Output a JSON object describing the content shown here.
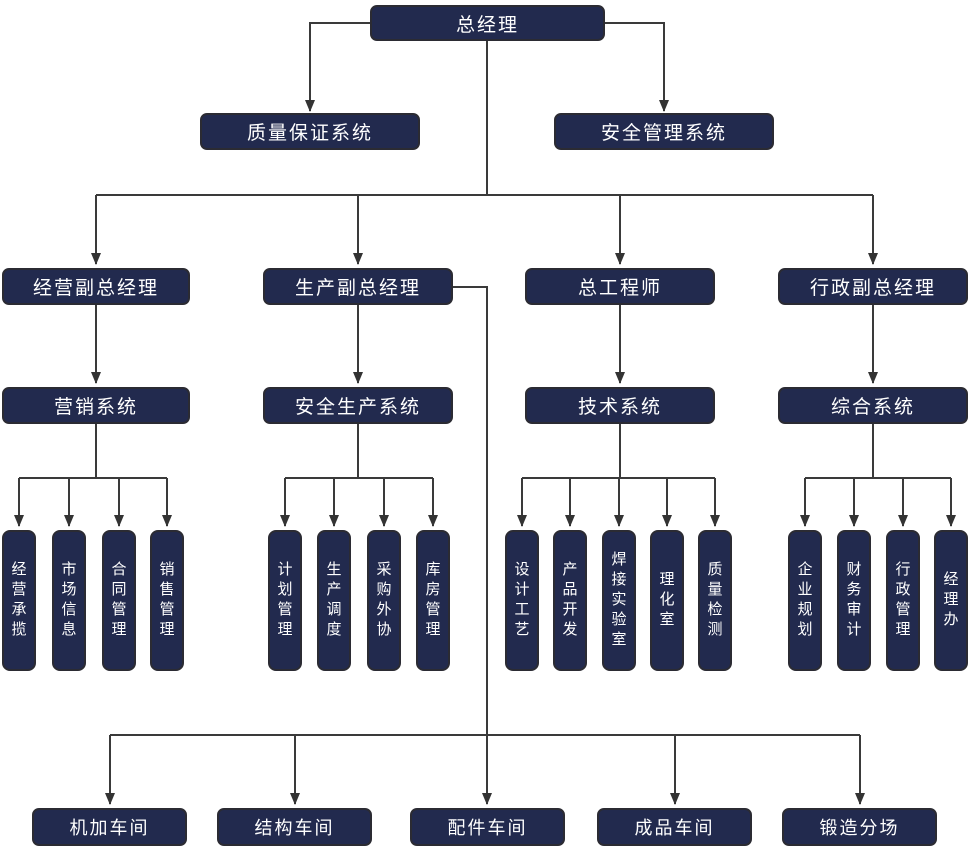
{
  "palette": {
    "node_fill": "#222A4E",
    "node_border": "#2B2B33",
    "node_text": "#FFFFFF",
    "connector_line": "#3A3A3A",
    "arrowhead": "#333333",
    "background": "#FFFFFF"
  },
  "org_chart": {
    "root": {
      "label": "总经理"
    },
    "staff_systems": [
      {
        "label": "质量保证系统"
      },
      {
        "label": "安全管理系统"
      }
    ],
    "branches": [
      {
        "executive": {
          "label": "经营副总经理"
        },
        "system": {
          "label": "营销系统"
        },
        "departments": [
          {
            "label": "经营承揽"
          },
          {
            "label": "市场信息"
          },
          {
            "label": "合同管理"
          },
          {
            "label": "销售管理"
          }
        ]
      },
      {
        "executive": {
          "label": "生产副总经理"
        },
        "system": {
          "label": "安全生产系统"
        },
        "departments": [
          {
            "label": "计划管理"
          },
          {
            "label": "生产调度"
          },
          {
            "label": "采购外协"
          },
          {
            "label": "库房管理"
          }
        ]
      },
      {
        "executive": {
          "label": "总工程师"
        },
        "system": {
          "label": "技术系统"
        },
        "departments": [
          {
            "label": "设计工艺"
          },
          {
            "label": "产品开发"
          },
          {
            "label": "焊接实验室"
          },
          {
            "label": "理化室"
          },
          {
            "label": "质量检测"
          }
        ]
      },
      {
        "executive": {
          "label": "行政副总经理"
        },
        "system": {
          "label": "综合系统"
        },
        "departments": [
          {
            "label": "企业规划"
          },
          {
            "label": "财务审计"
          },
          {
            "label": "行政管理"
          },
          {
            "label": "经理办"
          }
        ]
      }
    ],
    "workshops": [
      {
        "label": "机加车间"
      },
      {
        "label": "结构车间"
      },
      {
        "label": "配件车间"
      },
      {
        "label": "成品车间"
      },
      {
        "label": "锻造分场"
      }
    ]
  }
}
